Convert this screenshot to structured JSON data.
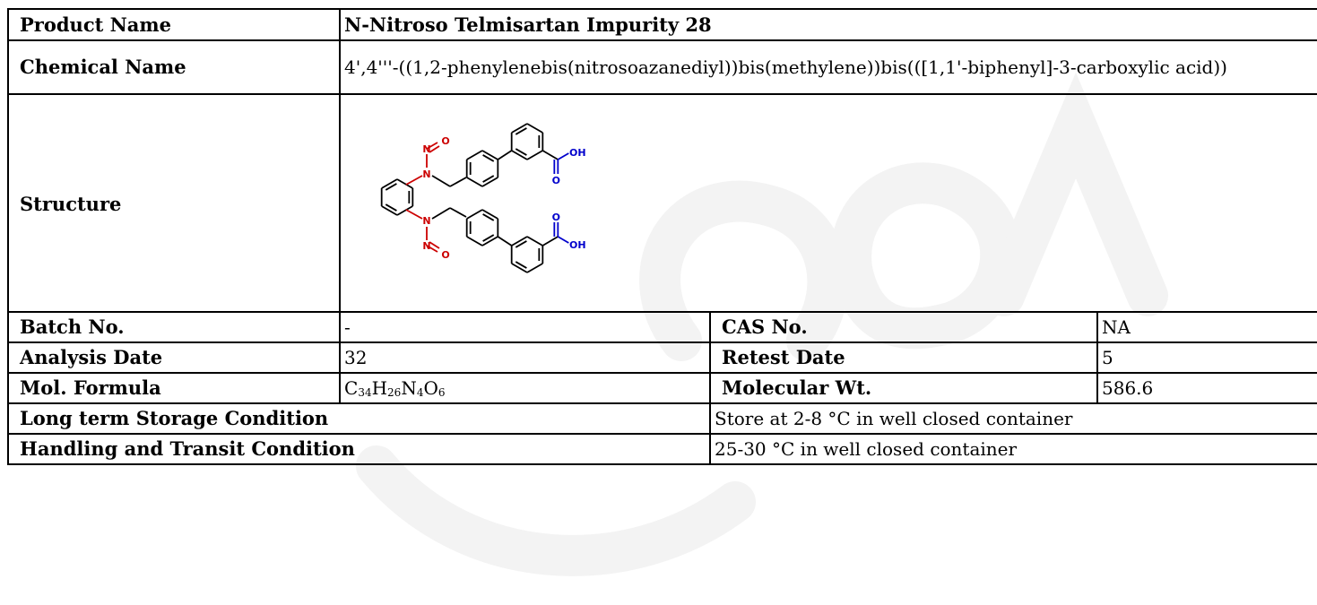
{
  "document": {
    "rows": {
      "product_name": {
        "label": "Product Name",
        "value": "N-Nitroso Telmisartan Impurity 28"
      },
      "chemical_name": {
        "label": "Chemical Name",
        "value": "4',4'''-((1,2-phenylenebis(nitrosoazanediyl))bis(methylene))bis(([1,1'-biphenyl]-3-carboxylic acid))"
      },
      "structure": {
        "label": "Structure",
        "atoms": {
          "n": "N",
          "o": "O",
          "oh": "OH"
        }
      },
      "batch_no": {
        "label": "Batch No.",
        "value": "-"
      },
      "cas_no": {
        "label": "CAS No.",
        "value": "NA"
      },
      "analysis_date": {
        "label": "Analysis Date",
        "value": "32"
      },
      "retest_date": {
        "label": "Retest Date",
        "value": "5"
      },
      "mol_formula": {
        "label": "Mol. Formula",
        "parts": [
          {
            "el": "C",
            "n": "34"
          },
          {
            "el": "H",
            "n": "26"
          },
          {
            "el": "N",
            "n": "4"
          },
          {
            "el": "O",
            "n": "6"
          }
        ]
      },
      "molecular_wt": {
        "label": "Molecular Wt.",
        "value": "586.6"
      },
      "storage": {
        "label": "Long term Storage Condition",
        "value": "Store at 2-8 °C in well closed container"
      },
      "handling": {
        "label": "Handling and Transit Condition",
        "value": "25-30 °C in well closed container"
      }
    },
    "colors": {
      "bond": "#000000",
      "nitrogen": "#cc0000",
      "oxygen_nitroso": "#cc0000",
      "oxygen_acid": "#0000cc",
      "watermark": "#f3f3f3"
    }
  }
}
